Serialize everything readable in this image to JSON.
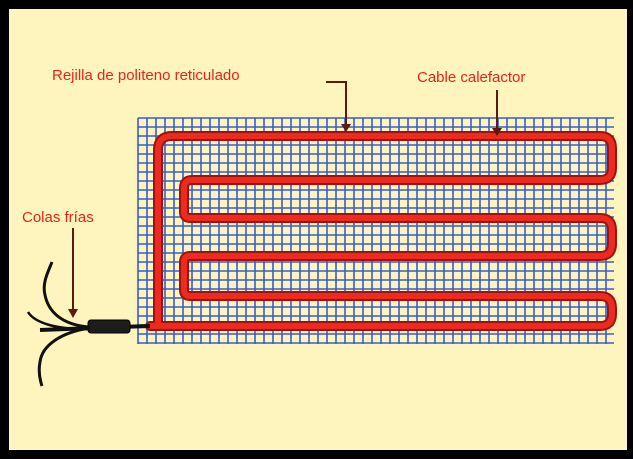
{
  "labels": {
    "mesh": "Rejilla de politeno reticulado",
    "cable": "Cable calefactor",
    "cold_tails": "Colas frías"
  },
  "colors": {
    "background": "#fdf5bd",
    "border": "#000000",
    "mesh": "#3a5bd0",
    "cable": "#e8231c",
    "label": "#e8231c",
    "pointer": "#5a1a10"
  }
}
